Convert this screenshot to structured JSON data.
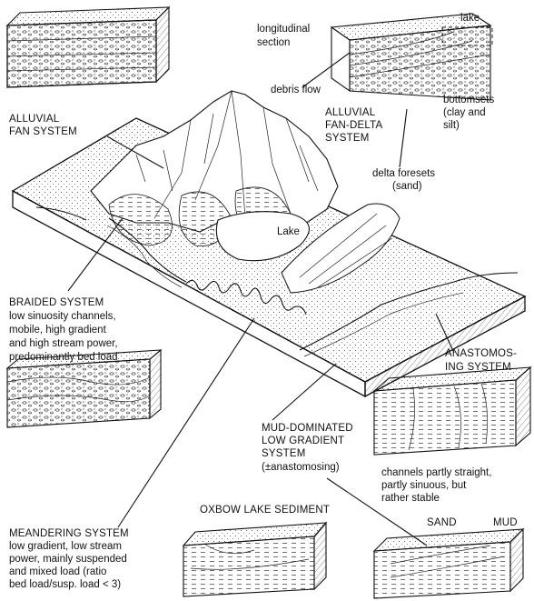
{
  "labels": {
    "longitudinal": [
      "longitudinal",
      "section"
    ],
    "lake_top": "lake",
    "debris_flow": "debris flow",
    "alluvial_fan_system": [
      "ALLUVIAL",
      "FAN SYSTEM"
    ],
    "alluvial_fan_delta_system": [
      "ALLUVIAL",
      "FAN-DELTA",
      "SYSTEM"
    ],
    "bottomsets": [
      "bottomsets",
      "(clay and",
      "silt)"
    ],
    "delta_foresets": [
      "delta foresets",
      "(sand)"
    ],
    "lake_main": "Lake",
    "braided_system": [
      "BRAIDED SYSTEM",
      "low sinuosity channels,",
      "mobile, high gradient",
      "and high stream power,",
      "predominantly bed load"
    ],
    "anastomosing_system": [
      "ANASTOMOS-",
      "ING SYSTEM"
    ],
    "mud_dominated": [
      "MUD-DOMINATED",
      "LOW GRADIENT",
      "SYSTEM",
      "(±anastomosing)"
    ],
    "anastomosing_desc": [
      "channels partly straight,",
      "partly sinuous, but",
      "rather stable"
    ],
    "oxbow": "OXBOW LAKE SEDIMENT",
    "sand": "SAND",
    "mud": "MUD",
    "meandering_system": [
      "MEANDERING SYSTEM",
      "low gradient, low stream",
      "power, mainly suspended",
      "and mixed load (ratio",
      "bed load/susp. load < 3)"
    ]
  }
}
